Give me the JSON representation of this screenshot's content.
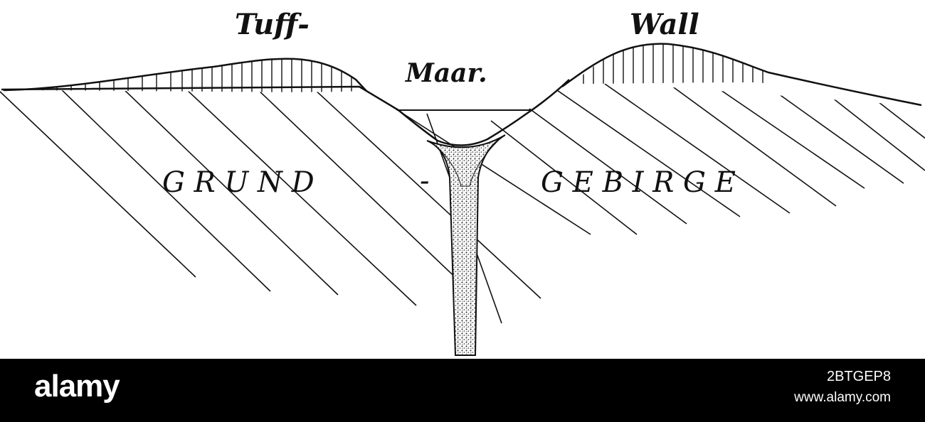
{
  "labels": {
    "tuff": "Tuff-",
    "wall": "Wall",
    "maar": "Maar.",
    "grund": "G R U N D",
    "dash": "-",
    "gebirge": "G E B I R G E"
  },
  "footer": {
    "logo": "alamy",
    "image_id": "2BTGEP8",
    "url": "www.alamy.com"
  }
}
